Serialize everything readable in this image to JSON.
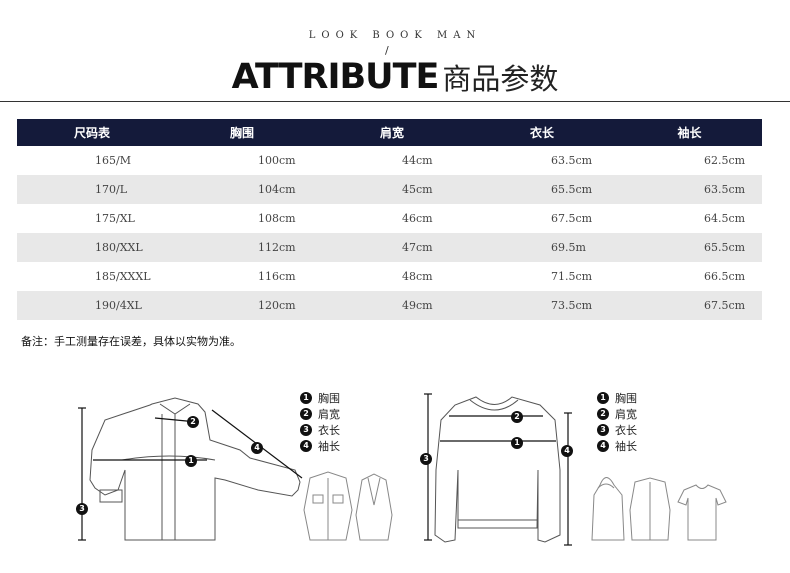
{
  "header": {
    "tagline": "LOOK BOOK MAN",
    "slash": "/",
    "title_en": "ATTRIBUTE",
    "title_cn": "商品参数"
  },
  "size_table": {
    "columns": [
      "尺码表",
      "胸围",
      "肩宽",
      "衣长",
      "袖长"
    ],
    "rows": [
      [
        "165/M",
        "100cm",
        "44cm",
        "63.5cm",
        "62.5cm"
      ],
      [
        "170/L",
        "104cm",
        "45cm",
        "65.5cm",
        "63.5cm"
      ],
      [
        "175/XL",
        "108cm",
        "46cm",
        "67.5cm",
        "64.5cm"
      ],
      [
        "180/XXL",
        "112cm",
        "47cm",
        "69.5m",
        "65.5cm"
      ],
      [
        "185/XXXL",
        "116cm",
        "48cm",
        "71.5cm",
        "66.5cm"
      ],
      [
        "190/4XL",
        "120cm",
        "49cm",
        "73.5cm",
        "67.5cm"
      ]
    ]
  },
  "note": "备注：手工测量存在误差，具体以实物为准。",
  "legend_left": [
    {
      "num": "1",
      "label": "胸围"
    },
    {
      "num": "2",
      "label": "肩宽"
    },
    {
      "num": "3",
      "label": "衣长"
    },
    {
      "num": "4",
      "label": "袖长"
    }
  ],
  "legend_right": [
    {
      "num": "1",
      "label": "胸围"
    },
    {
      "num": "2",
      "label": "肩宽"
    },
    {
      "num": "3",
      "label": "衣长"
    },
    {
      "num": "4",
      "label": "袖长"
    }
  ],
  "diagram_markers": {
    "shirt": [
      "1",
      "2",
      "3",
      "4"
    ],
    "sweater": [
      "1",
      "2",
      "3",
      "4"
    ]
  }
}
